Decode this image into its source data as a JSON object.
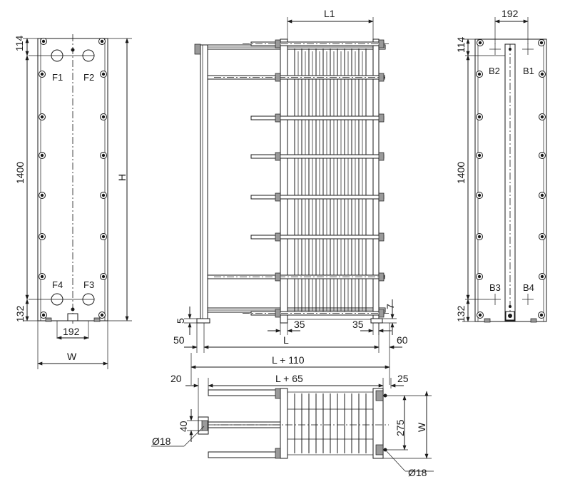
{
  "front_view": {
    "port_labels": [
      "F1",
      "F2",
      "F4",
      "F3"
    ],
    "dim_top": "114",
    "dim_height_pitch": "1400",
    "dim_bottom": "132",
    "dim_overall_height": "H",
    "dim_port_spacing": "192",
    "dim_width": "W"
  },
  "side_view": {
    "dim_plate_pack": "L1",
    "dim_foot": "5",
    "dim_foot_right": "7",
    "dim_left_overhang": "50",
    "dim_left_gap": "35",
    "dim_length": "L",
    "dim_right_gap": "35",
    "dim_right_overhang": "60",
    "dim_total_length": "L + 110"
  },
  "rear_view": {
    "port_labels": [
      "B2",
      "B1",
      "B3",
      "B4"
    ],
    "dim_port_spacing": "192",
    "dim_top": "114",
    "dim_height_pitch": "1400",
    "dim_bottom": "132"
  },
  "top_view": {
    "dim_left": "20",
    "dim_length": "L + 65",
    "dim_right": "25",
    "dim_slot": "40",
    "dim_hole_left": "Ø18",
    "dim_bolt_spacing": "275",
    "dim_width": "W",
    "dim_hole_right": "Ø18"
  }
}
